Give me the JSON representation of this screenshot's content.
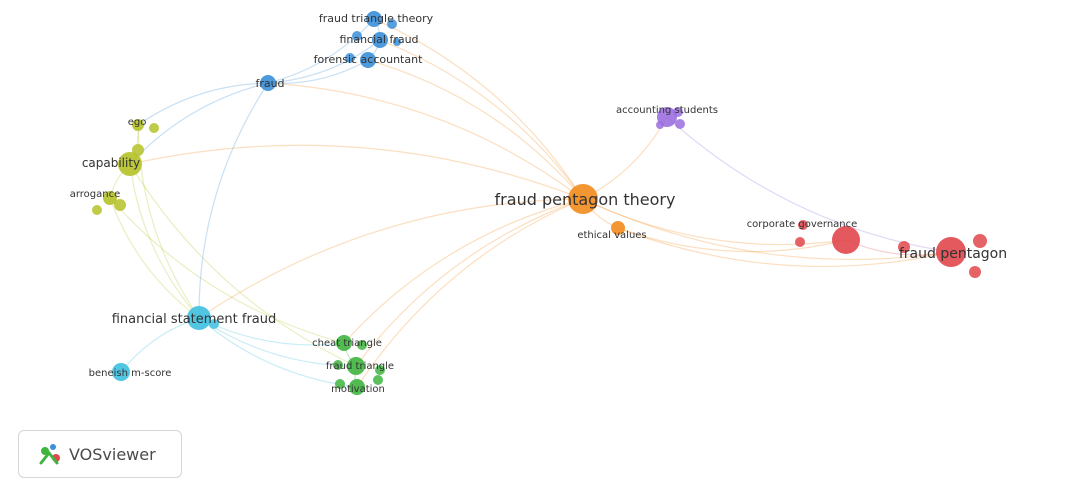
{
  "network": {
    "clusters": {
      "red": "#e0474c",
      "green": "#3fb53f",
      "blue": "#3a8fd9",
      "yellow": "#b5c227",
      "purple": "#9b6fe0",
      "cyan": "#3ec0e0",
      "orange": "#f28c1e"
    },
    "nodes": [
      {
        "id": "fpt",
        "label": "fraud pentagon theory",
        "cluster": "orange"
      },
      {
        "id": "ev",
        "label": "ethical values",
        "cluster": "orange"
      },
      {
        "id": "fp",
        "label": "fraud pentagon",
        "cluster": "red"
      },
      {
        "id": "cg",
        "label": "corporate governance",
        "cluster": "red"
      },
      {
        "id": "as",
        "label": "accounting students",
        "cluster": "purple"
      },
      {
        "id": "fraud",
        "label": "fraud",
        "cluster": "blue"
      },
      {
        "id": "ftt",
        "label": "fraud triangle theory",
        "cluster": "blue"
      },
      {
        "id": "ff",
        "label": "financial fraud",
        "cluster": "blue"
      },
      {
        "id": "fa",
        "label": "forensic accountant",
        "cluster": "blue"
      },
      {
        "id": "ego",
        "label": "ego",
        "cluster": "yellow"
      },
      {
        "id": "cap",
        "label": "capability",
        "cluster": "yellow"
      },
      {
        "id": "arr",
        "label": "arrogance",
        "cluster": "yellow"
      },
      {
        "id": "fsf",
        "label": "financial statement fraud",
        "cluster": "cyan"
      },
      {
        "id": "bms",
        "label": "beneish m-score",
        "cluster": "cyan"
      },
      {
        "id": "ct",
        "label": "cheat triangle",
        "cluster": "green"
      },
      {
        "id": "ftr",
        "label": "fraud triangle",
        "cluster": "green"
      },
      {
        "id": "mot",
        "label": "motivation",
        "cluster": "green"
      }
    ],
    "edges": [
      [
        "fpt",
        "fp"
      ],
      [
        "fpt",
        "cg"
      ],
      [
        "fpt",
        "ev"
      ],
      [
        "fpt",
        "as"
      ],
      [
        "fpt",
        "fraud"
      ],
      [
        "fpt",
        "ftt"
      ],
      [
        "fpt",
        "ff"
      ],
      [
        "fpt",
        "fa"
      ],
      [
        "fpt",
        "fsf"
      ],
      [
        "fpt",
        "ct"
      ],
      [
        "fpt",
        "ftr"
      ],
      [
        "fpt",
        "mot"
      ],
      [
        "fpt",
        "cap"
      ],
      [
        "ev",
        "fp"
      ],
      [
        "ev",
        "cg"
      ],
      [
        "cg",
        "fp"
      ],
      [
        "fraud",
        "ftt"
      ],
      [
        "fraud",
        "ff"
      ],
      [
        "fraud",
        "fa"
      ],
      [
        "fraud",
        "ego"
      ],
      [
        "fraud",
        "cap"
      ],
      [
        "cap",
        "ego"
      ],
      [
        "cap",
        "arr"
      ],
      [
        "cap",
        "fsf"
      ],
      [
        "arr",
        "fsf"
      ],
      [
        "ego",
        "fsf"
      ],
      [
        "fsf",
        "bms"
      ],
      [
        "fsf",
        "ct"
      ],
      [
        "fsf",
        "ftr"
      ],
      [
        "fsf",
        "mot"
      ],
      [
        "ct",
        "ftr"
      ],
      [
        "ftr",
        "mot"
      ],
      [
        "ff",
        "ftt"
      ],
      [
        "fa",
        "ff"
      ],
      [
        "as",
        "fp"
      ],
      [
        "arr",
        "ct"
      ],
      [
        "cap",
        "ftr"
      ],
      [
        "fraud",
        "fsf"
      ]
    ]
  },
  "brand": {
    "name": "VOSviewer",
    "icon": "vosviewer-logo-icon",
    "logo_colors": [
      "#3fb53f",
      "#3a8fd9",
      "#e0474c"
    ]
  }
}
